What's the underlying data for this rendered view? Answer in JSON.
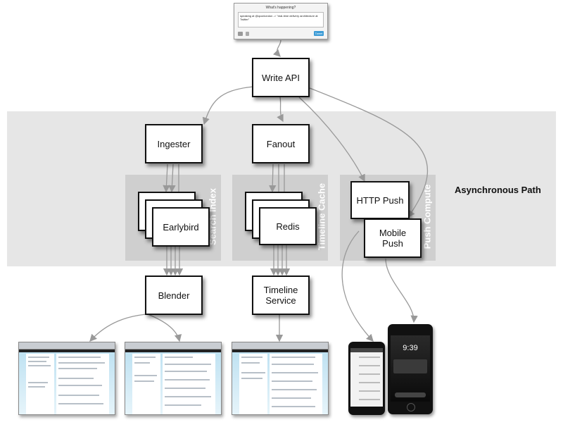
{
  "tweet_box": {
    "title": "What's happening?",
    "text": "speaking at @qconlondon -> \"real-time delivery architecture at Twitter\"",
    "button": "Tweet"
  },
  "nodes": {
    "write_api": "Write API",
    "ingester": "Ingester",
    "fanout": "Fanout",
    "earlybird": "Earlybird",
    "redis": "Redis",
    "http_push": "HTTP Push",
    "mobile_push": "Mobile Push",
    "blender": "Blender",
    "timeline_service": "Timeline Service"
  },
  "zones": {
    "search_index": "Search Index",
    "timeline_cache": "Timeline Cache",
    "push_compute": "Push Compute"
  },
  "async_label": "Asynchronous Path",
  "phone_time": "9:39",
  "colors": {
    "band": "#e6e6e6",
    "zone": "#cfcfcf",
    "arrow": "#999999",
    "border": "#111111"
  }
}
